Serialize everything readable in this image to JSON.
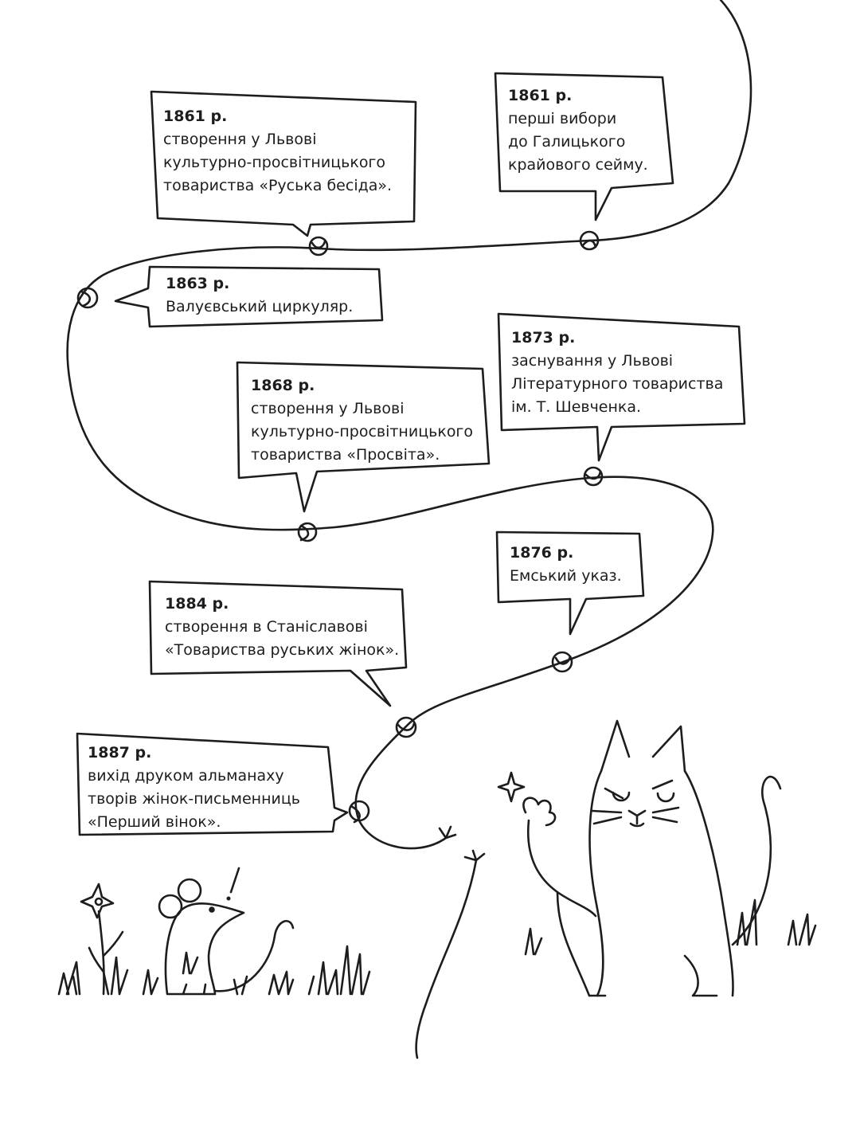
{
  "events": [
    {
      "year": "1861 р.",
      "lines": [
        "створення у Львові",
        "культурно-просвітницького",
        "товариства «Руська бесіда»."
      ]
    },
    {
      "year": "1861 р.",
      "lines": [
        "перші вибори",
        "до Галицького",
        "крайового сейму."
      ]
    },
    {
      "year": "1863 р.",
      "lines": [
        "Валуєвський циркуляр."
      ]
    },
    {
      "year": "1873 р.",
      "lines": [
        "заснування у Львові",
        "Літературного товариства",
        "ім. Т. Шевченка."
      ]
    },
    {
      "year": "1868 р.",
      "lines": [
        "створення у Львові",
        "культурно-просвітницького",
        "товариства «Просвіта»."
      ]
    },
    {
      "year": "1876 р.",
      "lines": [
        "Емський указ."
      ]
    },
    {
      "year": "1884 р.",
      "lines": [
        "створення в Станіславові",
        "«Товариства руських жінок»."
      ]
    },
    {
      "year": "1887 р.",
      "lines": [
        "вихід друком альманаху",
        "творів жінок-письменниць",
        "«Перший вінок»."
      ]
    }
  ],
  "exclamation": "!"
}
